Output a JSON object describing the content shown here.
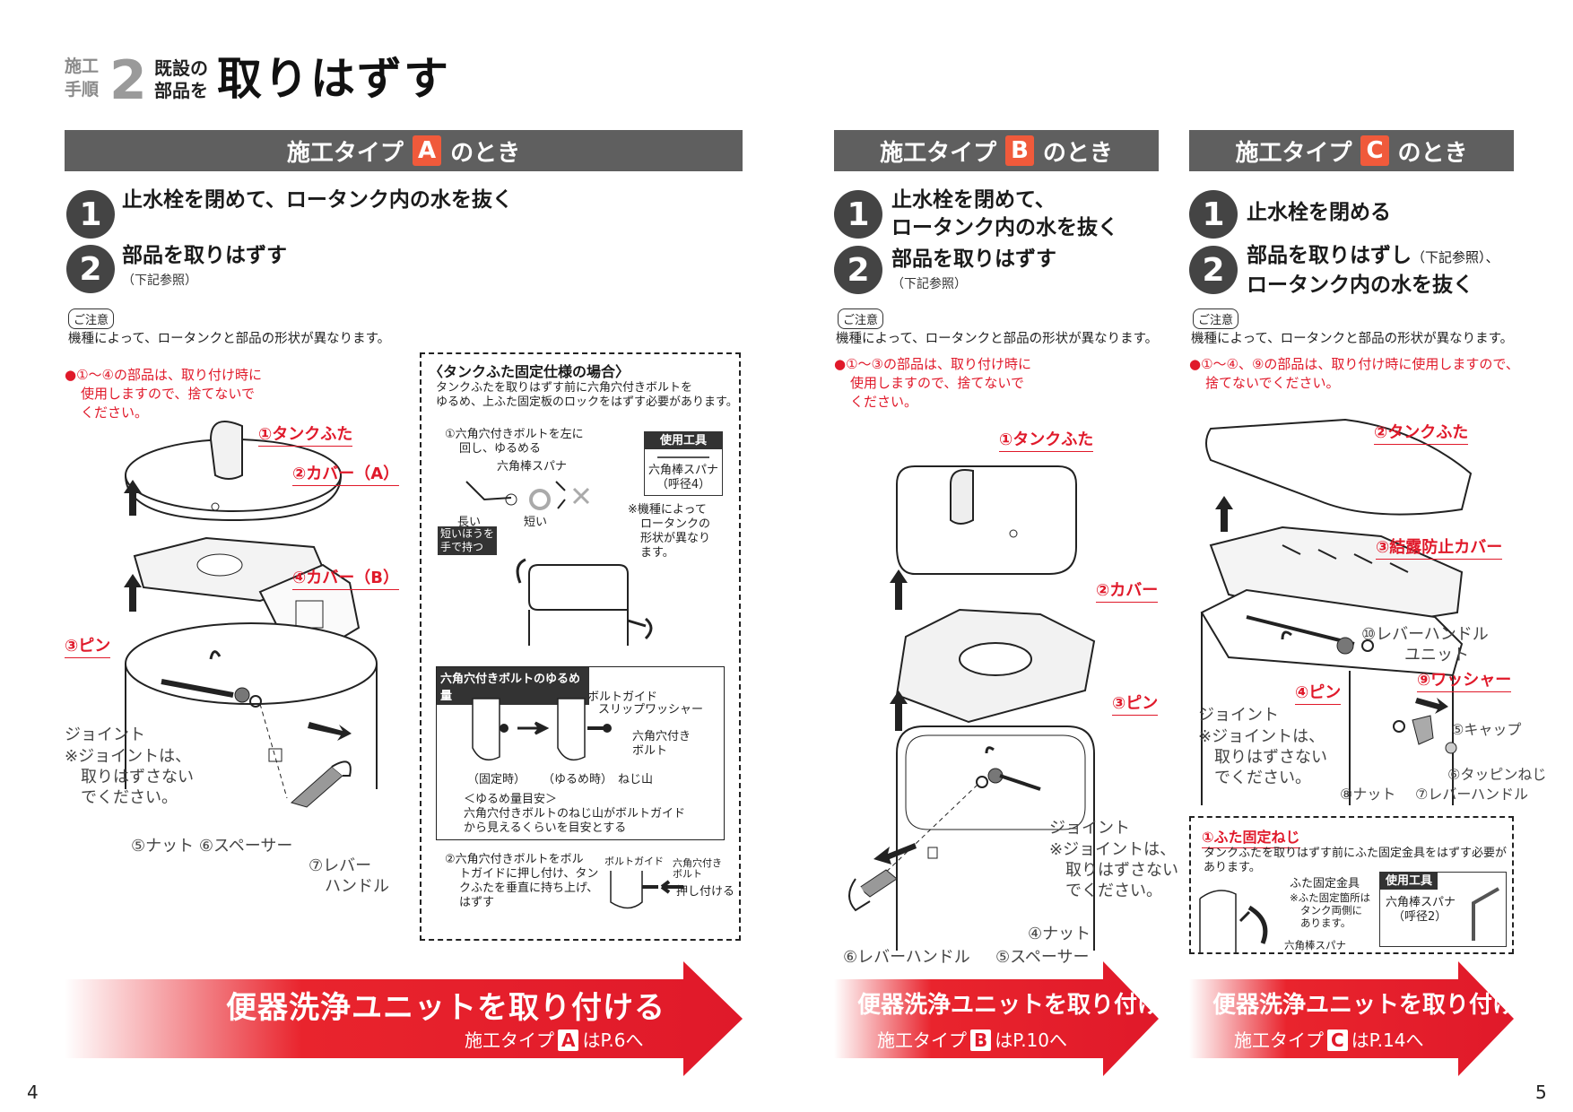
{
  "header": {
    "label_top": "施工",
    "label_bottom": "手順",
    "step_number": "2",
    "mid_top": "既設の",
    "mid_bottom": "部品を",
    "title": "取りはずす"
  },
  "type_a": {
    "band_prefix": "施工タイプ",
    "band_badge": "A",
    "band_suffix": "のとき",
    "step1": "止水栓を閉めて、ロータンク内の水を抜く",
    "step2": "部品を取りはずす",
    "step2_sub": "（下記参照）",
    "caution_tag": "ご注意",
    "caution_text": "機種によって、ロータンクと部品の形状が異なります。",
    "note_lines": [
      "●①〜④の部品は、取り付け時に",
      "使用しますので、捨てないで",
      "ください。"
    ],
    "parts": {
      "p1": "①タンクふた",
      "p2": "②カバー（A）",
      "p4": "④カバー（B）",
      "p3": "③ピン",
      "joint": "ジョイント",
      "joint_note": [
        "※ジョイントは、",
        "取りはずさない",
        "でください。"
      ],
      "nut_spacer": "⑤ナット ⑥スペーサー",
      "lever": [
        "⑦レバー",
        "ハンドル"
      ]
    },
    "box": {
      "title": "〈タンクふた固定仕様の場合〉",
      "desc": [
        "タンクふたを取りはずす前に六角穴付きボルトを",
        "ゆるめ、上ふた固定板のロックをはずす必要があります。"
      ],
      "s1": [
        "①六角穴付きボルトを左に",
        "回し、ゆるめる"
      ],
      "hex_wrench": "六角棒スパナ",
      "long": "長い",
      "short": "短い",
      "hold": [
        "短いほうを",
        "手で持つ"
      ],
      "tool_head": "使用工具",
      "tool_name": [
        "六角棒スパナ",
        "（呼径4）"
      ],
      "tool_note": [
        "※機種によって",
        "ロータンクの",
        "形状が異なり",
        "ます。"
      ],
      "loosen_head": "六角穴付きボルトのゆるめ量",
      "bolt_guide": "ボルトガイド",
      "slip_washer": "スリップワッシャー",
      "hex_bolt": [
        "六角穴付き",
        "ボルト"
      ],
      "fixed": "（固定時）",
      "loosened": "（ゆるめ時）",
      "thread": "ねじ山",
      "guide_title": "＜ゆるめ量目安＞",
      "guide_text": [
        "六角穴付きボルトのねじ山がボルトガイド",
        "から見えるくらいを目安とする"
      ],
      "s2": [
        "②六角穴付きボルトをボル",
        "トガイドに押し付け、タン",
        "クふたを垂直に持ち上げ、",
        "はずす"
      ],
      "bolt_guide2": "ボルトガイド",
      "hex_bolt2": [
        "六角穴付き",
        "ボルト"
      ],
      "press": "押し付ける"
    },
    "arrow_title": "便器洗浄ユニットを取り付ける",
    "arrow_sub_prefix": "施工タイプ",
    "arrow_sub_badge": "A",
    "arrow_sub_suffix": "はP.6へ"
  },
  "type_b": {
    "band_prefix": "施工タイプ",
    "band_badge": "B",
    "band_suffix": "のとき",
    "step1_l1": "止水栓を閉めて、",
    "step1_l2": "ロータンク内の水を抜く",
    "step2": "部品を取りはずす",
    "step2_sub": "（下記参照）",
    "caution_tag": "ご注意",
    "caution_text": "機種によって、ロータンクと部品の形状が異なります。",
    "note_lines": [
      "●①〜③の部品は、取り付け時に",
      "使用しますので、捨てないで",
      "ください。"
    ],
    "parts": {
      "p1": "①タンクふた",
      "p2": "②カバー",
      "p3": "③ピン",
      "joint": "ジョイント",
      "joint_note": [
        "※ジョイントは、",
        "取りはずさない",
        "でください。"
      ],
      "nut": "④ナット",
      "lever": "⑥レバーハンドル",
      "spacer": "⑤スペーサー"
    },
    "arrow_title": "便器洗浄ユニットを取り付ける",
    "arrow_sub_prefix": "施工タイプ",
    "arrow_sub_badge": "B",
    "arrow_sub_suffix": "はP.10へ"
  },
  "type_c": {
    "band_prefix": "施工タイプ",
    "band_badge": "C",
    "band_suffix": "のとき",
    "step1": "止水栓を閉める",
    "step2_l1": "部品を取りはずし",
    "step2_l1_sub": "（下記参照）、",
    "step2_l2": "ロータンク内の水を抜く",
    "caution_tag": "ご注意",
    "caution_text": "機種によって、ロータンクと部品の形状が異なります。",
    "note_lines": [
      "●①〜④、⑨の部品は、取り付け時に使用しますので、",
      "捨てないでください。"
    ],
    "parts": {
      "p2": "②タンクふた",
      "p3": "③結露防止カバー",
      "p10": [
        "⑩レバーハンドル",
        "ユニット"
      ],
      "p9": "⑨ワッシャー",
      "p4": "④ピン",
      "joint": "ジョイント",
      "joint_note": [
        "※ジョイントは、",
        "取りはずさない",
        "でください。"
      ],
      "cap": "⑤キャップ",
      "tapping": "⑥タッピンねじ",
      "nut": "⑧ナット",
      "lever": "⑦レバーハンドル"
    },
    "box": {
      "title": "①ふた固定ねじ",
      "desc": [
        "タンクふたを取りはずす前にふた固定金具をはずす必要が",
        "あります。"
      ],
      "bracket": "ふた固定金具",
      "bracket_note": [
        "※ふた固定箇所は",
        "タンク両側に",
        "あります。"
      ],
      "wrench": "六角棒スパナ",
      "tool_head": "使用工具",
      "tool_name": [
        "六角棒スパナ",
        "（呼径2）"
      ]
    },
    "arrow_title": "便器洗浄ユニットを取り付ける",
    "arrow_sub_prefix": "施工タイプ",
    "arrow_sub_badge": "C",
    "arrow_sub_suffix": "はP.14へ"
  },
  "page_left": "4",
  "page_right": "5",
  "colors": {
    "band": "#5f5f5f",
    "accent": "#f05a3b",
    "red": "#e0192a",
    "circle": "#444444"
  }
}
